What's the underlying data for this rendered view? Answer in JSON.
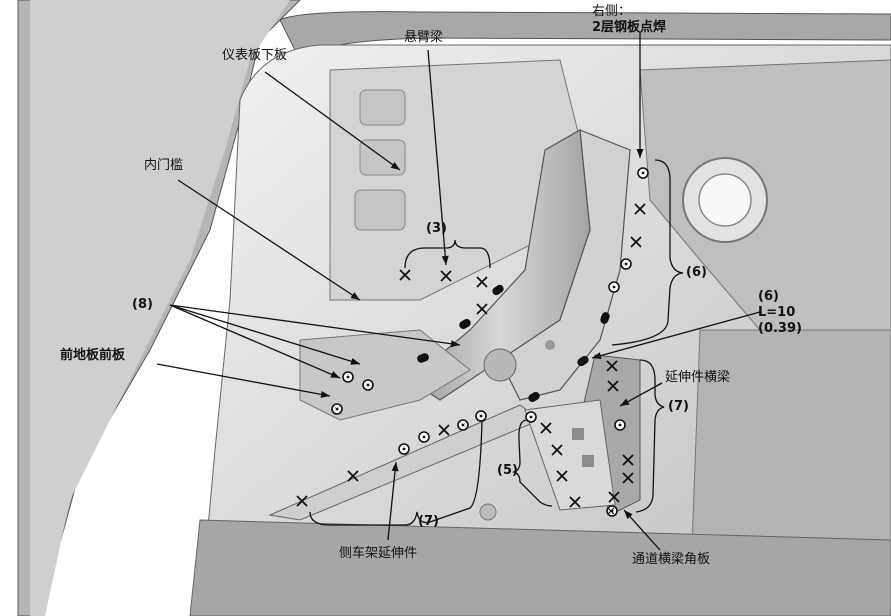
{
  "labels": {
    "right_side_title": "右侧：",
    "right_side_weld": "2层钢板点焊",
    "cantilever_beam": "悬臂梁",
    "lower_dash_panel": "仪表板下板",
    "inner_sill": "内门槛",
    "front_floor_front_panel": "前地板前板",
    "extension_crossmember": "延伸件横梁",
    "side_frame_extension": "侧车架延伸件",
    "tunnel_crossmember_gusset": "通道横梁角板"
  },
  "callouts": {
    "c3": "(3)",
    "c8": "(8)",
    "c6_upper": "(6)",
    "c6_lower": "(6)",
    "c6_length": "L=10",
    "c6_inch": "(0.39)",
    "c7_right": "(7)",
    "c7_bottom": "(7)",
    "c5": "(5)"
  },
  "colors": {
    "line": "#111111",
    "body_light": "#e6e6e6",
    "body_mid": "#c4c4c4",
    "body_dark": "#8c8c8c"
  }
}
